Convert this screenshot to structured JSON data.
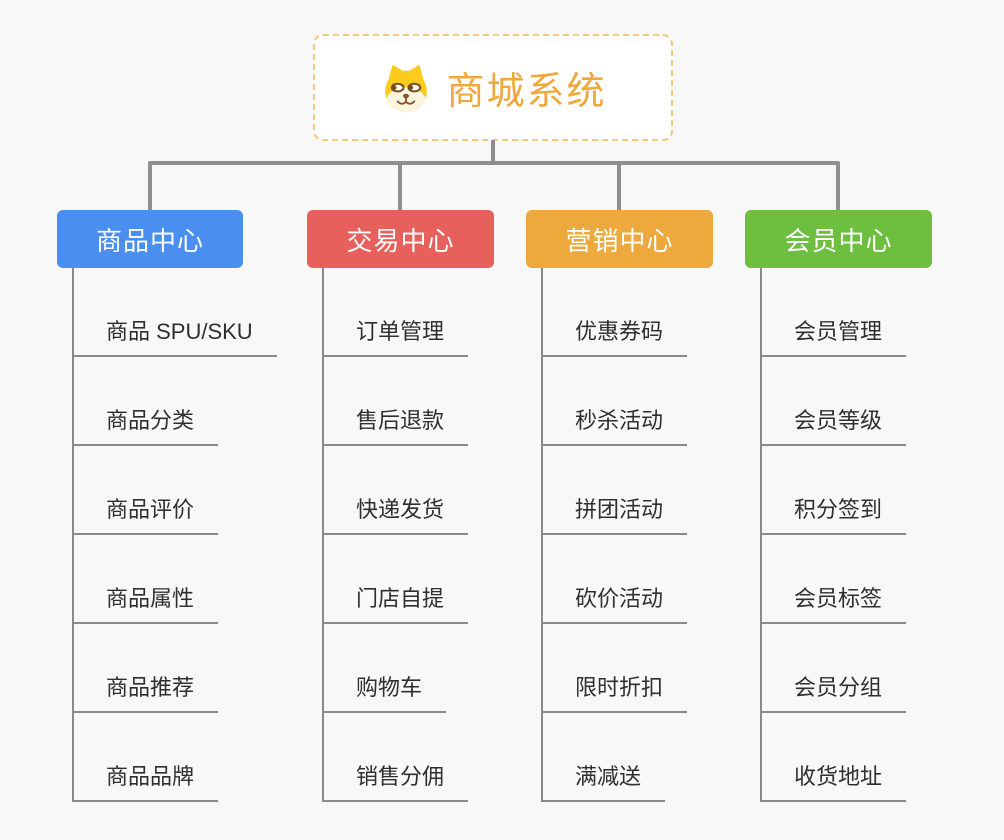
{
  "root": {
    "title": "商城系统",
    "icon": "shiba-dog-icon"
  },
  "colors": {
    "background": "#f8f8f8",
    "root_border": "#f3c87f",
    "root_text": "#f0a73c",
    "connector": "#8f8f8f",
    "leaf_line": "#8a8a8a",
    "leaf_text": "#2f2f2f"
  },
  "branches": [
    {
      "label": "商品中心",
      "color": "#4a8ef0",
      "children": [
        "商品 SPU/SKU",
        "商品分类",
        "商品评价",
        "商品属性",
        "商品推荐",
        "商品品牌"
      ]
    },
    {
      "label": "交易中心",
      "color": "#e8605c",
      "children": [
        "订单管理",
        "售后退款",
        "快递发货",
        "门店自提",
        "购物车",
        "销售分佣"
      ]
    },
    {
      "label": "营销中心",
      "color": "#eda93c",
      "children": [
        "优惠券码",
        "秒杀活动",
        "拼团活动",
        "砍价活动",
        "限时折扣",
        "满减送"
      ]
    },
    {
      "label": "会员中心",
      "color": "#6ebe3f",
      "children": [
        "会员管理",
        "会员等级",
        "积分签到",
        "会员标签",
        "会员分组",
        "收货地址"
      ]
    }
  ]
}
